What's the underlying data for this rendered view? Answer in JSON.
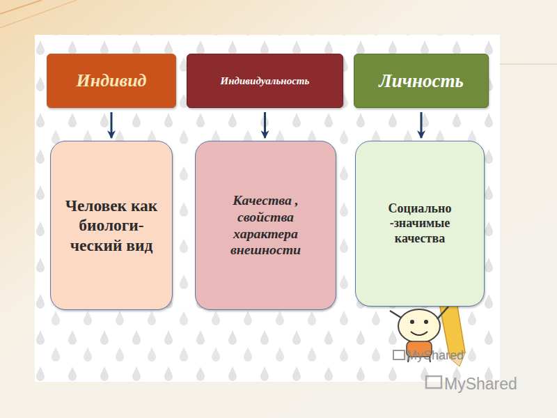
{
  "diagram": {
    "nodes": [
      {
        "text": [
          "Индивид"
        ]
      },
      {
        "text": [
          "Индивидуальность"
        ]
      },
      {
        "text": [
          "Личность"
        ]
      },
      {
        "text": [
          "Человек как биологи- ческий вид"
        ]
      },
      {
        "text": [
          "Качества , свойства характера внешности"
        ]
      },
      {
        "text": [
          "Социально -значимые качества"
        ]
      }
    ],
    "edges": [
      {
        "from": 0,
        "to": 3,
        "arrow": "to"
      },
      {
        "from": 1,
        "to": 4,
        "arrow": "to"
      },
      {
        "from": 2,
        "to": 5,
        "arrow": "to"
      }
    ],
    "labels": [
      "MyShared",
      "MyShared"
    ]
  }
}
